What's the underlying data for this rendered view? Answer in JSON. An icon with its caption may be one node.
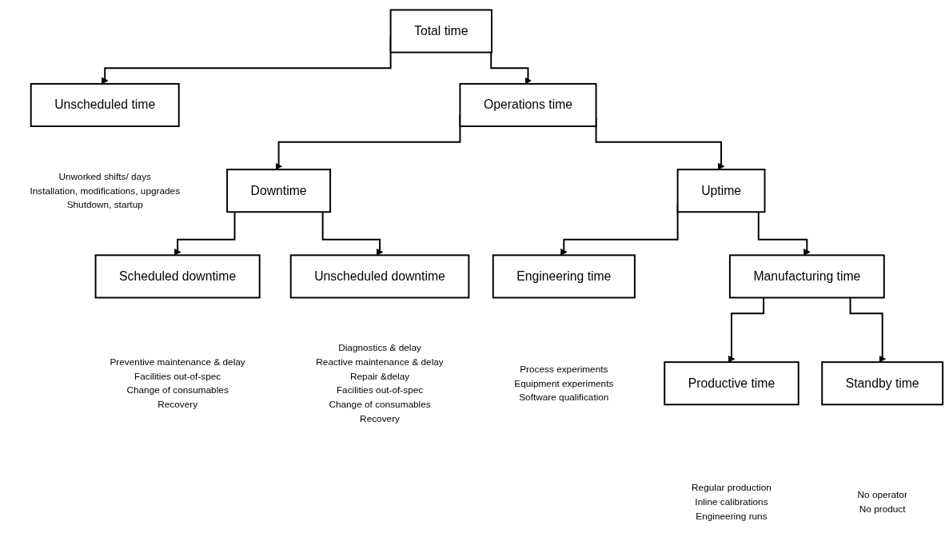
{
  "diagram": {
    "nodes": [
      {
        "text": [
          "Total time"
        ]
      },
      {
        "text": [
          "Unscheduled time"
        ],
        "beside": [
          "Unworked shifts/ days",
          "Installation, modifications, upgrades",
          "Shutdown, startup"
        ]
      },
      {
        "text": [
          "Operations time"
        ]
      },
      {
        "text": [
          "Downtime"
        ]
      },
      {
        "text": [
          "Uptime"
        ]
      },
      {
        "text": [
          "Scheduled downtime"
        ],
        "beside": [
          "Preventive maintenance & delay",
          "Facilities out-of-spec",
          "Change of consumables",
          "Recovery"
        ]
      },
      {
        "text": [
          "Unscheduled downtime"
        ],
        "beside": [
          "Diagnostics & delay",
          "Reactive maintenance & delay",
          "Repair &delay",
          "Facilities out-of-spec",
          "Change of consumables",
          "Recovery"
        ]
      },
      {
        "text": [
          "Engineering time"
        ],
        "beside": [
          "Process experiments",
          "Equipment experiments",
          "Software qualification"
        ]
      },
      {
        "text": [
          "Manufacturing time"
        ]
      },
      {
        "text": [
          "Productive time"
        ],
        "beside": [
          "Regular production",
          "Inline calibrations",
          "Engineering runs"
        ]
      },
      {
        "text": [
          "Standby time"
        ],
        "beside": [
          "No operator",
          "No product"
        ]
      }
    ],
    "edges": [
      {
        "from": 0,
        "to": 1,
        "arrow": "to"
      },
      {
        "from": 0,
        "to": 2,
        "arrow": "to"
      },
      {
        "from": 2,
        "to": 3,
        "arrow": "to"
      },
      {
        "from": 2,
        "to": 4,
        "arrow": "to"
      },
      {
        "from": 3,
        "to": 5,
        "arrow": "to"
      },
      {
        "from": 3,
        "to": 6,
        "arrow": "to"
      },
      {
        "from": 4,
        "to": 7,
        "arrow": "to"
      },
      {
        "from": 4,
        "to": 8,
        "arrow": "to"
      },
      {
        "from": 8,
        "to": 9,
        "arrow": "to"
      },
      {
        "from": 8,
        "to": 10,
        "arrow": "to"
      }
    ]
  }
}
